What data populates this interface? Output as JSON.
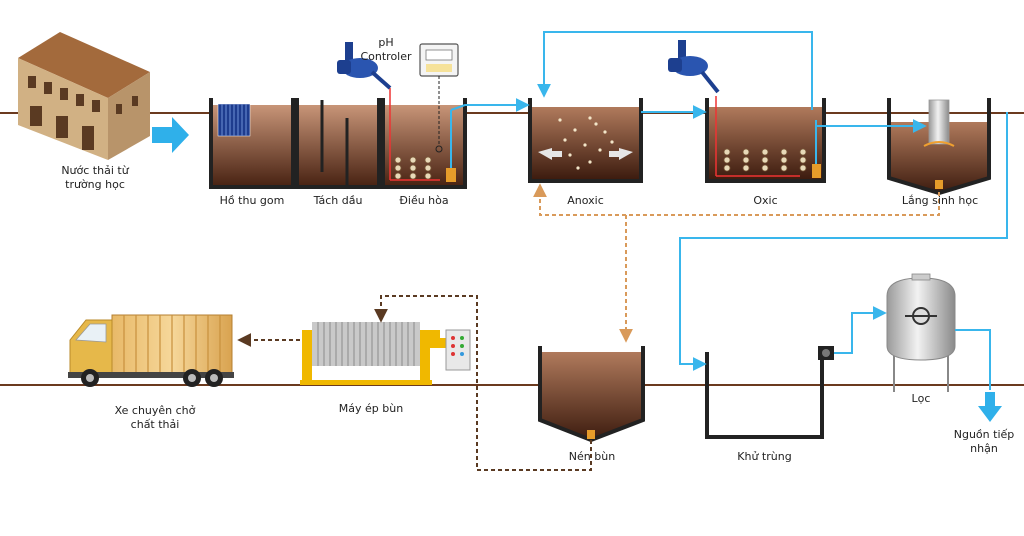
{
  "labels": {
    "source": [
      "Nước thải từ",
      "trường học"
    ],
    "ph_controller": [
      "pH",
      "Controler"
    ],
    "collection_tank": "Hồ thu gom",
    "oil_separator": "Tách dầu",
    "equalization": "Điều hòa",
    "anoxic": "Anoxic",
    "oxic": "Oxic",
    "settling": "Lắng sinh học",
    "disinfection": "Khử trùng",
    "filter": "Lọc",
    "receiving": [
      "Nguồn tiếp",
      "nhận"
    ],
    "sludge_thickener": "Nén bùn",
    "filter_press": "Máy ép bùn",
    "truck": [
      "Xe chuyên chở",
      "chất thải"
    ]
  },
  "colors": {
    "water_line": "#39b6ec",
    "sludge_line": "#d99a5a",
    "sludge_press_line": "#5a3a22",
    "ground_line": "#6b3a1f",
    "liquid_top": "#c08a68",
    "liquid_bottom": "#4a2414",
    "arrow_fill": "#2fb0ea"
  }
}
